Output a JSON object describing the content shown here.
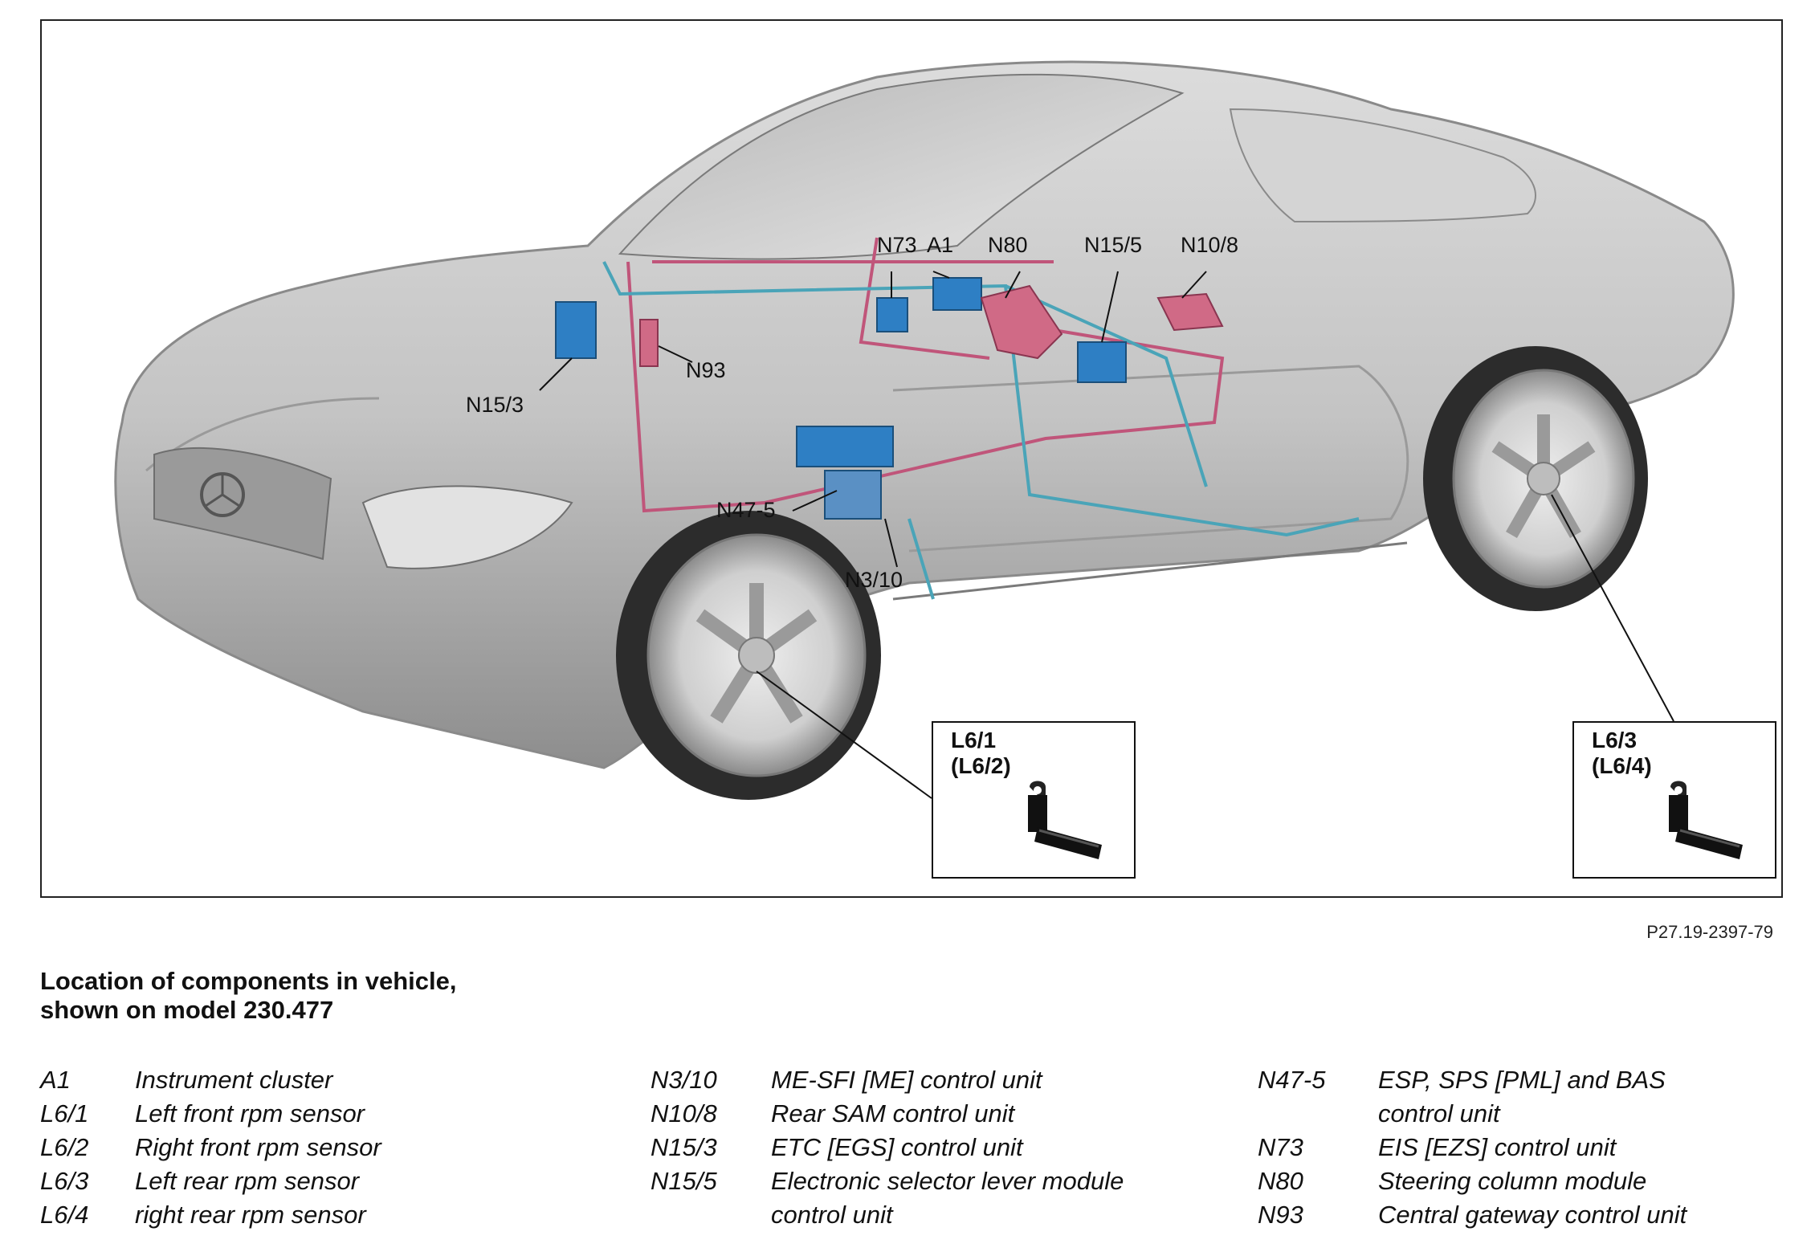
{
  "diagram": {
    "callouts": {
      "n73": "N73",
      "a1": "A1",
      "n80": "N80",
      "n15_5": "N15/5",
      "n10_8": "N10/8",
      "n15_3": "N15/3",
      "n93": "N93",
      "n47_5": "N47-5",
      "n3_10": "N3/10"
    },
    "insets": {
      "front": {
        "line1": "L6/1",
        "line2": "(L6/2)"
      },
      "rear": {
        "line1": "L6/3",
        "line2": "(L6/4)"
      }
    },
    "colors": {
      "highlight_blue": "#2e7fc4",
      "highlight_pink": "#d06a86",
      "wire_pink": "#c0557a",
      "wire_teal": "#4aa4b8",
      "car_body": "#c9c9c9"
    },
    "icons": [
      "rpm-sensor-icon"
    ]
  },
  "reference_code": "P27.19-2397-79",
  "caption": {
    "line1": "Location of components in vehicle,",
    "line2": "shown on model 230.477"
  },
  "legend": {
    "col1": [
      {
        "code": "A1",
        "desc": "Instrument cluster"
      },
      {
        "code": "L6/1",
        "desc": "Left front rpm sensor"
      },
      {
        "code": "L6/2",
        "desc": "Right front rpm sensor"
      },
      {
        "code": "L6/3",
        "desc": "Left rear rpm sensor"
      },
      {
        "code": "L6/4",
        "desc": "right rear rpm sensor"
      }
    ],
    "col2": [
      {
        "code": "N3/10",
        "desc": "ME-SFI [ME] control unit"
      },
      {
        "code": "N10/8",
        "desc": "Rear SAM control unit"
      },
      {
        "code": "N15/3",
        "desc": "ETC [EGS] control unit"
      },
      {
        "code": "N15/5",
        "desc": "Electronic selector lever module"
      },
      {
        "code": "",
        "desc": "control unit"
      }
    ],
    "col3": [
      {
        "code": "N47-5",
        "desc": "ESP, SPS [PML] and BAS"
      },
      {
        "code": "",
        "desc": "control unit"
      },
      {
        "code": "N73",
        "desc": "EIS [EZS] control unit"
      },
      {
        "code": "N80",
        "desc": "Steering column module"
      },
      {
        "code": "N93",
        "desc": "Central gateway control unit"
      }
    ]
  }
}
